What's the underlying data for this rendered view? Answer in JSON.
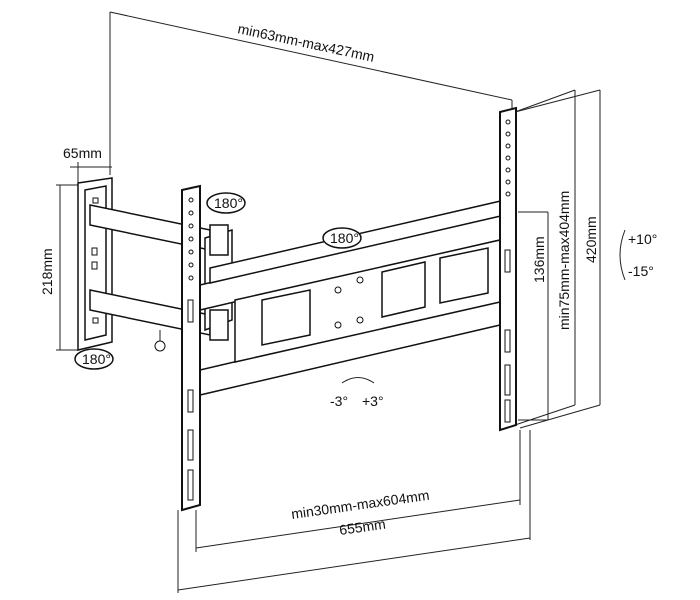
{
  "dimensions": {
    "top_extension": "min63mm-max427mm",
    "wall_plate_depth": "65mm",
    "wall_plate_height": "218mm",
    "rail_vertical_span": "min75mm-max404mm",
    "inner_spacing": "136mm",
    "overall_height": "420mm",
    "horizontal_span": "min30mm-max604mm",
    "overall_width": "655mm"
  },
  "rotation_labels": {
    "wall_swivel": "180°",
    "arm_swivel": "180°",
    "lower_swivel": "180°",
    "tilt_up": "+10°",
    "tilt_down": "-15°",
    "level_left": "-3°",
    "level_right": "+3°"
  }
}
